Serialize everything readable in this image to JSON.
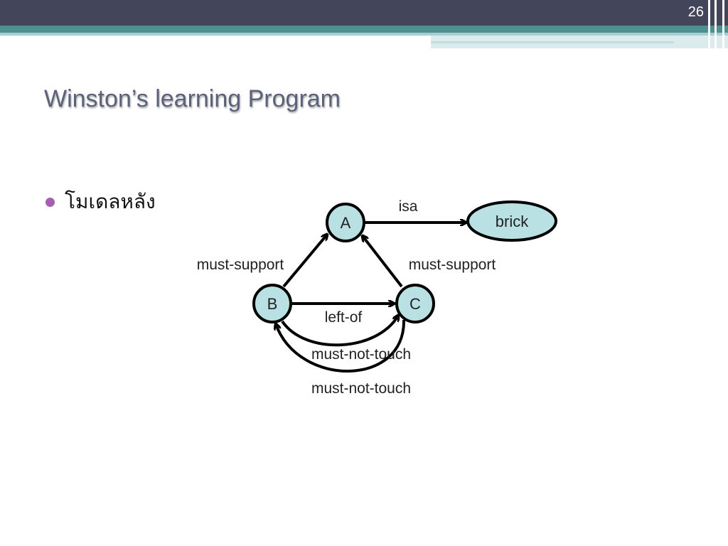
{
  "slide": {
    "number": "26",
    "title": "Winston’s learning Program",
    "bullet": "โมเดลหลัง"
  },
  "diagram": {
    "nodes": {
      "a": "A",
      "b": "B",
      "c": "C",
      "brick": "brick"
    },
    "edges": {
      "isa": "isa",
      "must_support_left": "must-support",
      "must_support_right": "must-support",
      "left_of": "left-of",
      "must_not_touch_inner": "must-not-touch",
      "must_not_touch_outer": "must-not-touch"
    }
  },
  "colors": {
    "header_dark": "#43465a",
    "header_teal": "#4e8f90",
    "title_text": "#5c6279",
    "bullet": "#a45fae",
    "node_fill": "#b9e0e3",
    "stroke": "#000000"
  }
}
